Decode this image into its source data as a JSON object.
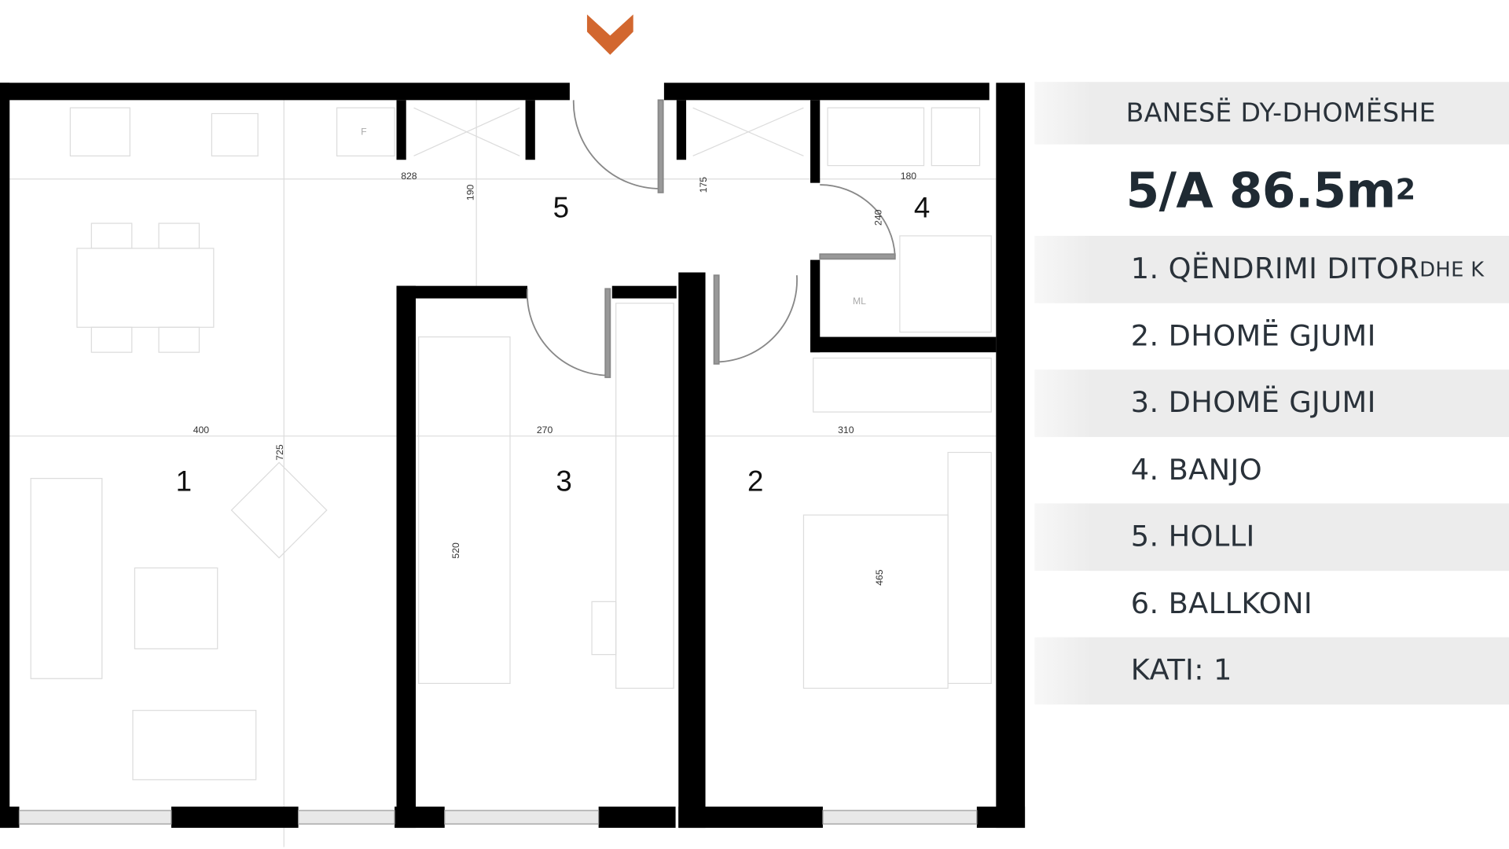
{
  "colors": {
    "accent": "#d2672f",
    "wall": "#000000",
    "stripe": "#ececec",
    "text": "#2a323a"
  },
  "indicator": {
    "icon": "chevron-down-icon"
  },
  "apartment": {
    "type": "BANESË DY-DHOMËSHE",
    "code": "5/A 86.5m",
    "area_superscript": "2",
    "rooms": [
      {
        "label": "1. QËNDRIMI DITOR ",
        "suffix": "DHE K"
      },
      {
        "label": "2. DHOMË GJUMI"
      },
      {
        "label": "3. DHOMË GJUMI"
      },
      {
        "label": "4. BANJO"
      },
      {
        "label": "5. HOLLI"
      },
      {
        "label": "6. BALLKONI"
      }
    ],
    "floor": "KATI: 1"
  },
  "plan": {
    "room_numbers": {
      "r1": "1",
      "r2": "2",
      "r3": "3",
      "r4": "4",
      "r5": "5"
    },
    "dimensions": {
      "d828": "828",
      "d190": "190",
      "d175": "175",
      "d180": "180",
      "d240": "240",
      "d400": "400",
      "d725": "725",
      "d270": "270",
      "d310": "310",
      "d520": "520",
      "d465": "465"
    },
    "fixtures": {
      "fridge": "F",
      "washer": "ML"
    }
  }
}
